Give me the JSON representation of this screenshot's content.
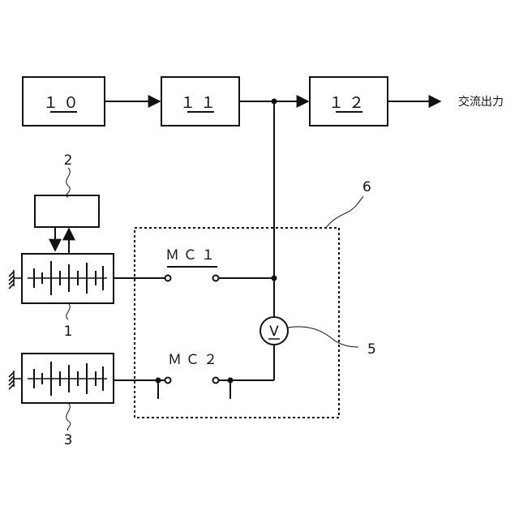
{
  "blocks": {
    "block_10": "１０",
    "block_11": "１１",
    "block_12": "１２"
  },
  "output_label": "交流出力",
  "switches": {
    "mc1": "ＭＣ１",
    "mc2": "ＭＣ２"
  },
  "voltmeter_symbol": "V",
  "reference_numerals": {
    "battery_1": "1",
    "controller_2": "2",
    "battery_3": "3",
    "voltmeter_5": "5",
    "switch_unit_6": "6"
  }
}
